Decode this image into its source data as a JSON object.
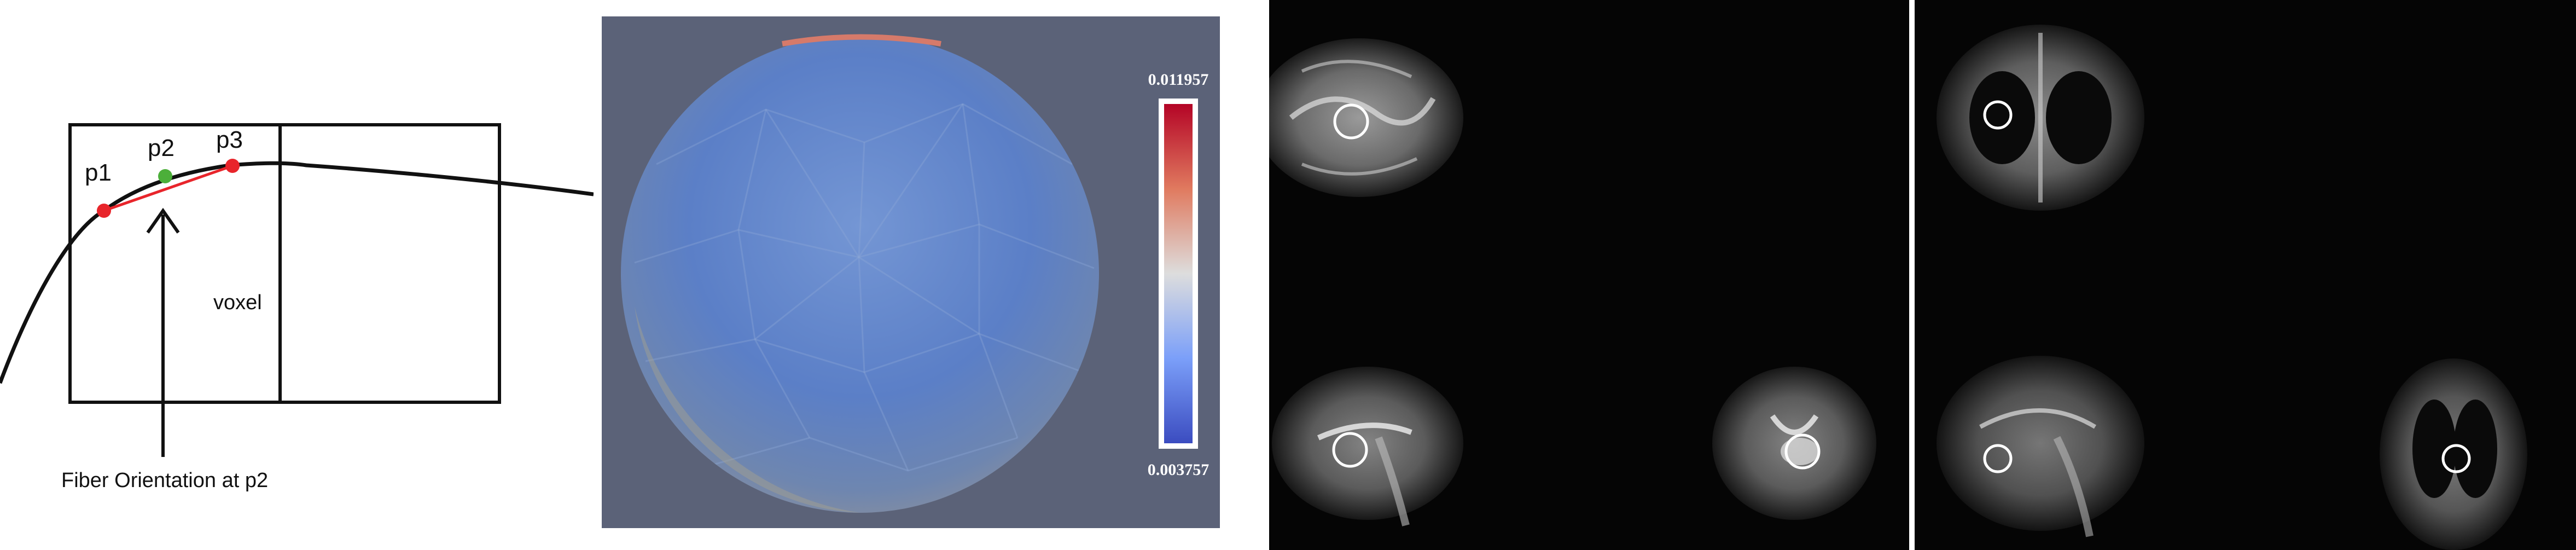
{
  "panel1": {
    "points": [
      {
        "id": "p1",
        "label": "p1",
        "color": "#e8252b"
      },
      {
        "id": "p2",
        "label": "p2",
        "color": "#4caf3a"
      },
      {
        "id": "p3",
        "label": "p3",
        "color": "#e8252b"
      }
    ],
    "voxel_label": "voxel",
    "arrow_caption": "Fiber Orientation at p2",
    "line_color": "#e8252b"
  },
  "panel2": {
    "colorbar": {
      "max_label": "0.011957",
      "min_label": "0.003757",
      "top_color": "#b40426",
      "mid_color": "#dddddd",
      "bottom_color": "#3b4cc0"
    },
    "background": "#5b6278"
  },
  "panel3": {
    "background": "#050505",
    "roi_color": "#ffffff"
  },
  "panel4": {
    "background": "#050505",
    "roi_color": "#ffffff"
  }
}
